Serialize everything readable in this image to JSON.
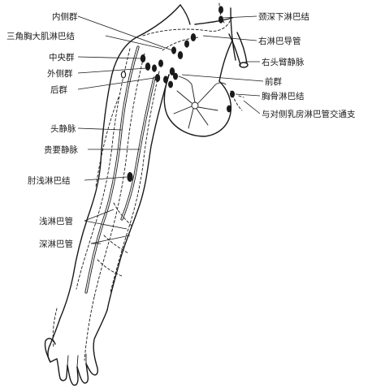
{
  "diagram": {
    "labels": {
      "medial_group": "内侧群",
      "deltopectoral_nodes": "三角胸大肌淋巴结",
      "central_group": "中央群",
      "lateral_group": "外侧群",
      "posterior_group": "后群",
      "cephalic_vein": "头静脉",
      "basilic_vein": "贵要静脉",
      "cubital_superficial_nodes": "肘浅淋巴结",
      "superficial_lymph_vessels": "浅淋巴管",
      "deep_lymph_vessels": "深淋巴管",
      "deep_cervical_nodes": "颈深下淋巴结",
      "right_lymphatic_duct": "右淋巴导管",
      "right_brachiocephalic_vein": "右头臂静脉",
      "anterior_group": "前群",
      "parasternal_nodes": "胸骨淋巴结",
      "contralateral_connection": "与对侧乳房淋巴管交通支"
    }
  }
}
